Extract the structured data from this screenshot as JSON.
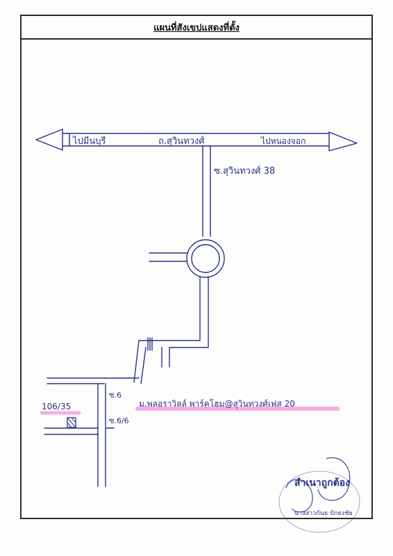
{
  "header": {
    "title": "แผนที่สังเขปแสดงที่ตั้ง"
  },
  "map": {
    "labels": {
      "to_west": "ไปมีนบุรี",
      "main_road": "ถ.สุวินทวงศ์",
      "to_east": "ไปหนองจอก",
      "soi_main": "ซ.สุวินทวงศ์ 38",
      "soi_6": "ซ.6",
      "soi_6_6": "ซ.6/6",
      "house_no": "106/35",
      "village": "ม.พลอราวิลล์ พาร์คโฮม@สุวินทวงศ์เฟส 20"
    },
    "colors": {
      "ink": "#2a2f8a",
      "highlight": "#f26ad6",
      "stamp": "#3b4a9c",
      "frame": "#2a2a2a"
    }
  },
  "stamp": {
    "text": "สำเนาถูกต้อง",
    "name": "นางสาวกันธ ปักธงชัย"
  }
}
